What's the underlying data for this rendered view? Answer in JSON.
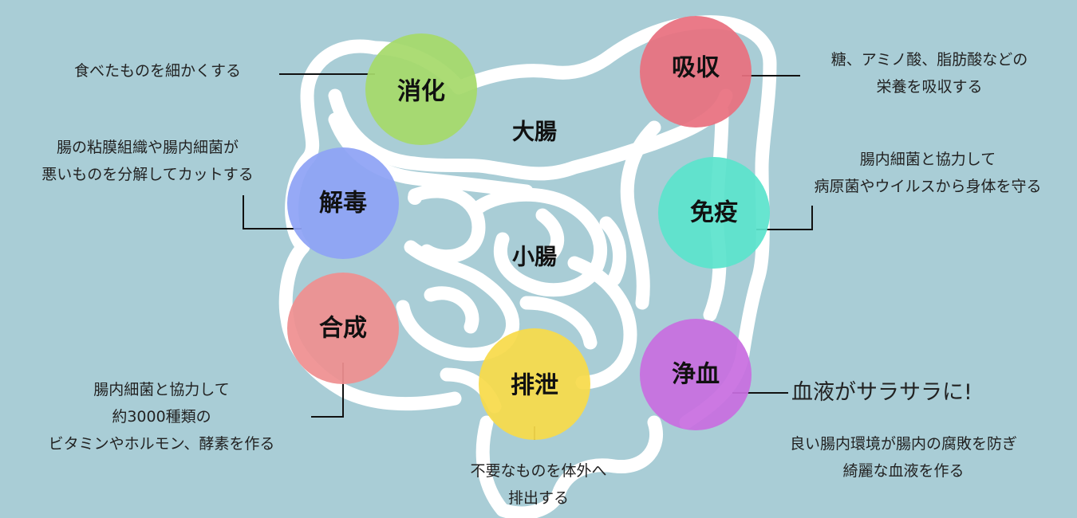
{
  "colors": {
    "background": "#a9cdd6",
    "intestine": "#ffffff",
    "shoka": "#a6d96a",
    "kyushu": "#e8707f",
    "gedoku": "#8ea2f5",
    "meneki": "#5be3cc",
    "gosei": "#ef8f90",
    "haisetsu": "#f8da4a",
    "joketsu": "#c86ee0"
  },
  "organs": {
    "large_intestine": "大腸",
    "small_intestine": "小腸"
  },
  "functions": {
    "shoka": {
      "label": "消化",
      "notes": [
        "食べたものを細かくする"
      ]
    },
    "kyushu": {
      "label": "吸収",
      "notes": [
        "糖、アミノ酸、脂肪酸などの",
        "栄養を吸収する"
      ]
    },
    "gedoku": {
      "label": "解毒",
      "notes": [
        "腸の粘膜組織や腸内細菌が",
        "悪いものを分解してカットする"
      ]
    },
    "meneki": {
      "label": "免疫",
      "notes": [
        "腸内細菌と協力して",
        "病原菌やウイルスから身体を守る"
      ]
    },
    "gosei": {
      "label": "合成",
      "notes": [
        "腸内細菌と協力して",
        "約3000種類の",
        "ビタミンやホルモン、酵素を作る"
      ]
    },
    "haisetsu": {
      "label": "排泄",
      "notes": [
        "不要なものを体外へ",
        "排出する"
      ]
    },
    "joketsu": {
      "label": "浄血",
      "headline": "血液がサラサラに!",
      "notes": [
        "良い腸内環境が腸内の腐敗を防ぎ",
        "綺麗な血液を作る"
      ]
    }
  }
}
